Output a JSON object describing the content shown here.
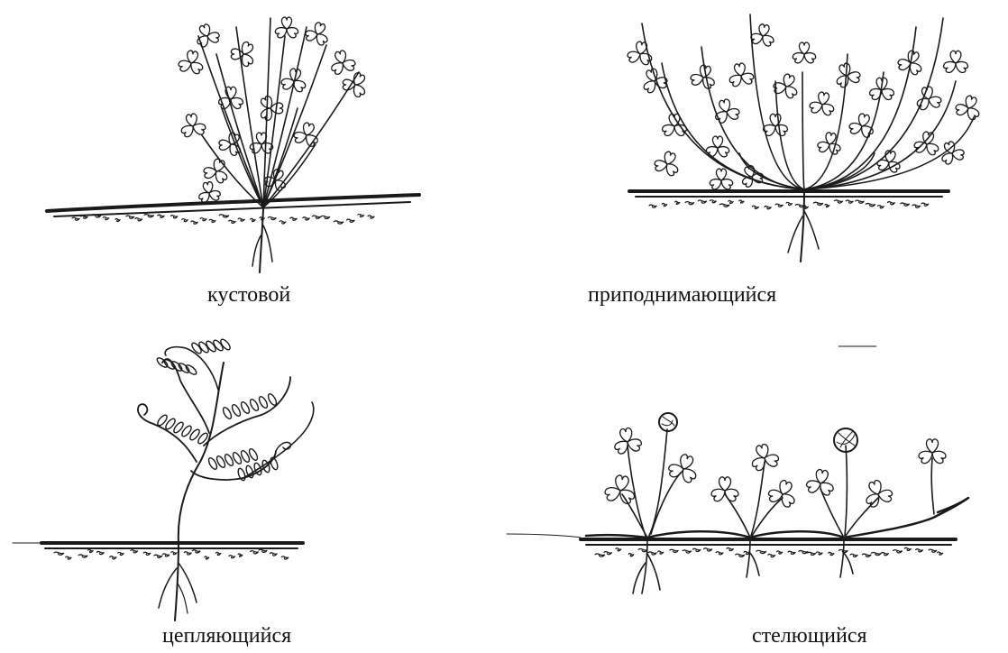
{
  "diagram": {
    "panels": [
      {
        "id": "bush",
        "caption": "кустовой"
      },
      {
        "id": "ascending",
        "caption": "приподнимающийся"
      },
      {
        "id": "climbing",
        "caption": "цепляющийся"
      },
      {
        "id": "creeping",
        "caption": "стелющийся"
      }
    ],
    "ink_color": "#1a1a1a"
  }
}
